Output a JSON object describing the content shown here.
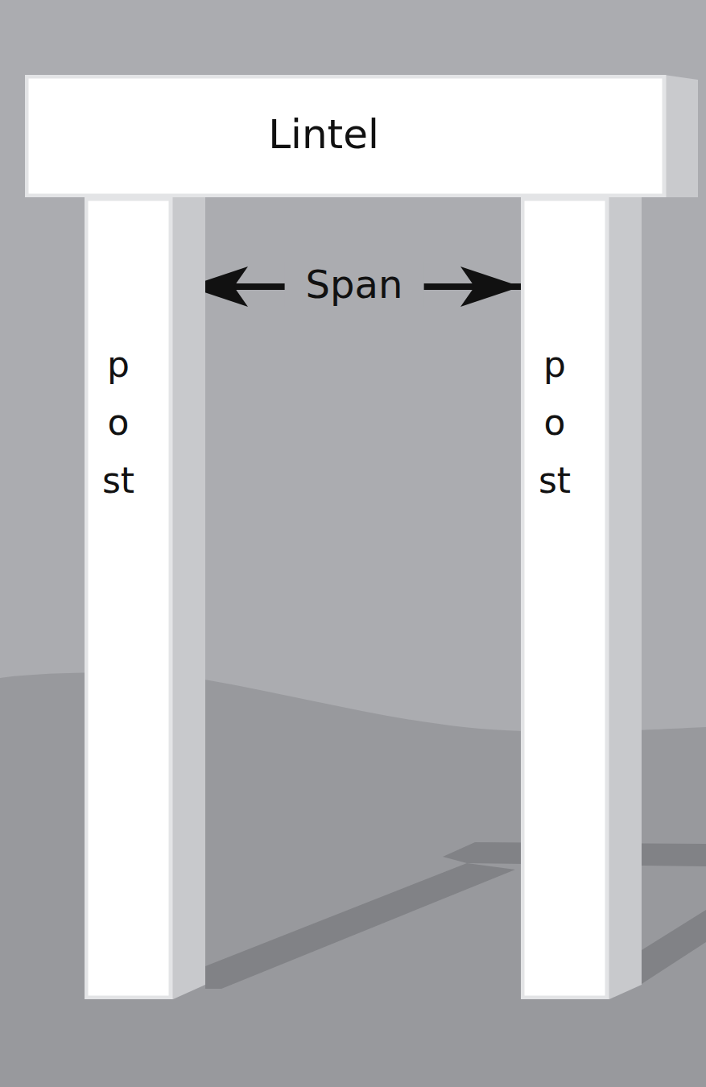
{
  "diagram": {
    "nodes": [
      {
        "text": [
          "Lintel"
        ]
      },
      {
        "text": [
          "post"
        ]
      },
      {
        "text": [
          "post"
        ]
      }
    ],
    "edges": [
      {
        "from": 1,
        "to": 2,
        "arrow": "both",
        "label": "Span"
      }
    ]
  }
}
